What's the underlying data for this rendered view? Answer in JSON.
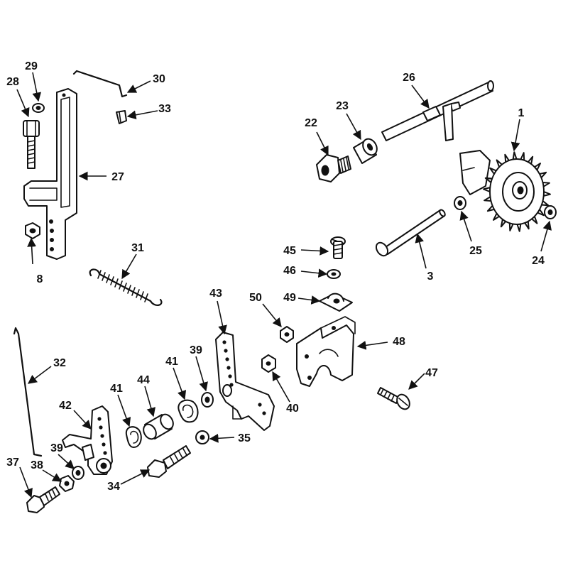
{
  "callouts": [
    {
      "id": "c1",
      "label": "1"
    },
    {
      "id": "c3",
      "label": "3"
    },
    {
      "id": "c8",
      "label": "8"
    },
    {
      "id": "c22",
      "label": "22"
    },
    {
      "id": "c23",
      "label": "23"
    },
    {
      "id": "c24",
      "label": "24"
    },
    {
      "id": "c25",
      "label": "25"
    },
    {
      "id": "c26",
      "label": "26"
    },
    {
      "id": "c27",
      "label": "27"
    },
    {
      "id": "c28",
      "label": "28"
    },
    {
      "id": "c29",
      "label": "29"
    },
    {
      "id": "c30",
      "label": "30"
    },
    {
      "id": "c31",
      "label": "31"
    },
    {
      "id": "c32",
      "label": "32"
    },
    {
      "id": "c33",
      "label": "33"
    },
    {
      "id": "c34",
      "label": "34"
    },
    {
      "id": "c35",
      "label": "35"
    },
    {
      "id": "c37",
      "label": "37"
    },
    {
      "id": "c38",
      "label": "38"
    },
    {
      "id": "c39a",
      "label": "39"
    },
    {
      "id": "c39b",
      "label": "39"
    },
    {
      "id": "c40",
      "label": "40"
    },
    {
      "id": "c41a",
      "label": "41"
    },
    {
      "id": "c41b",
      "label": "41"
    },
    {
      "id": "c42",
      "label": "42"
    },
    {
      "id": "c43",
      "label": "43"
    },
    {
      "id": "c44",
      "label": "44"
    },
    {
      "id": "c45",
      "label": "45"
    },
    {
      "id": "c46",
      "label": "46"
    },
    {
      "id": "c47",
      "label": "47"
    },
    {
      "id": "c48",
      "label": "48"
    },
    {
      "id": "c49",
      "label": "49"
    },
    {
      "id": "c50",
      "label": "50"
    }
  ]
}
